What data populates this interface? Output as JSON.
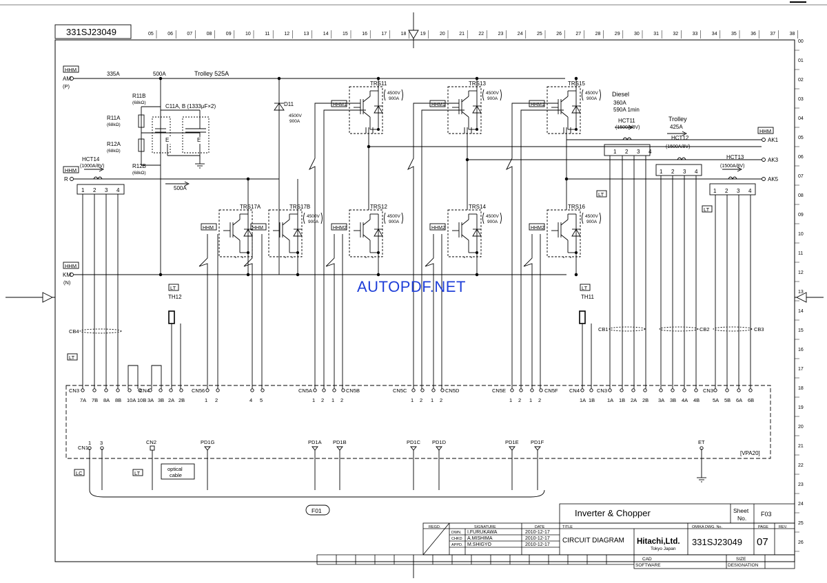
{
  "drawing_number": "331SJ23049",
  "watermark": "AUTOPDF.NET",
  "col_labels": [
    "05",
    "06",
    "07",
    "08",
    "09",
    "10",
    "11",
    "12",
    "13",
    "14",
    "15",
    "16",
    "17",
    "18",
    "19",
    "20",
    "21",
    "22",
    "23",
    "24",
    "25",
    "26",
    "27",
    "28",
    "29",
    "30",
    "31",
    "32",
    "33",
    "34",
    "35",
    "36",
    "37",
    "38"
  ],
  "row_labels": [
    "00",
    "01",
    "02",
    "03",
    "04",
    "05",
    "06",
    "07",
    "08",
    "09",
    "10",
    "11",
    "12",
    "13",
    "14",
    "15",
    "16",
    "17",
    "18",
    "19",
    "20",
    "21",
    "22",
    "23",
    "24",
    "25",
    "26"
  ],
  "terminals": {
    "hhm": "HHM",
    "am": "AM",
    "p": "(P)",
    "r": "R",
    "km": "KM",
    "n": "(N)",
    "ak1": "AK1",
    "ak3": "AK3",
    "ak5": "AK5"
  },
  "currents": {
    "c335": "335A",
    "c500": "500A",
    "trolley525": "Trolley 525A",
    "c500b": "500A",
    "diesel": "Diesel",
    "diesel360": "360A",
    "diesel590": "590A 1min",
    "trolley": "Trolley",
    "trolley425": "425A"
  },
  "components": {
    "r11b": "R11B",
    "r11b_val": "(68kΩ)",
    "r11a": "R11A",
    "r11a_val": "(68kΩ)",
    "r12a": "R12A",
    "r12a_val": "(68kΩ)",
    "r12b": "R12B",
    "r12b_val": "(68kΩ)",
    "c11": "C11A, B (1333μF×2)",
    "d11": "D11",
    "d11_rating": "4500V",
    "d11_rating2": "900A",
    "hct14": "HCT14",
    "hct14_val": "(1000A/8V)",
    "hct11": "HCT11",
    "hct11_val": "(1500A/8V)",
    "hct12": "HCT12",
    "hct12_val": "(1500A/8V)",
    "hct13": "HCT13",
    "hct13_val": "(1500A/8V)",
    "th12": "TH12",
    "th11": "TH11",
    "lt": "LT",
    "lc": "LC",
    "cb4": "CB4",
    "cb1": "CB1",
    "cb2": "CB2",
    "cb3": "CB3",
    "e": "E",
    "optical": "optical",
    "cable": "cable",
    "vpa": "[VPA20]",
    "f01": "F01"
  },
  "igbts": [
    {
      "label": "TRS11",
      "drive": "HHM1",
      "v": "4500V",
      "a": "900A"
    },
    {
      "label": "TRS13",
      "drive": "HHM1",
      "v": "4500V",
      "a": "900A"
    },
    {
      "label": "TRS15",
      "drive": "HHM1",
      "v": "4500V",
      "a": "900A"
    },
    {
      "label": "TRS17A",
      "drive": "HHM",
      "v": "",
      "a": ""
    },
    {
      "label": "TRS17B",
      "drive": "HHM",
      "v": "4500V",
      "a": "900A"
    },
    {
      "label": "TRS12",
      "drive": "HHM2",
      "v": "4500V",
      "a": "900A"
    },
    {
      "label": "TRS14",
      "drive": "HHM2",
      "v": "4500V",
      "a": "900A"
    },
    {
      "label": "TRS16",
      "drive": "HHM2",
      "v": "4500V",
      "a": "900A"
    }
  ],
  "connectors": {
    "cn3": "CN3",
    "cn4": "CN4",
    "cn56": "CN56",
    "cn5a": "CN5A",
    "cn5b": "CN5B",
    "cn5c": "CN5C",
    "cn5d": "CN5D",
    "cn5e": "CN5E",
    "cn5f": "CN5F",
    "cn4b": "CN4",
    "cn3b": "CN3",
    "cn3c": "CN3",
    "cn1": "CN1",
    "cn2": "CN2",
    "pd1g": "PD1G",
    "pd1a": "PD1A",
    "pd1b": "PD1B",
    "pd1c": "PD1C",
    "pd1d": "PD1D",
    "pd1e": "PD1E",
    "pd1f": "PD1F",
    "et": "ET"
  },
  "pins": {
    "cn3_left": [
      "7A",
      "7B",
      "8A",
      "8B"
    ],
    "cn4_left": [
      "10A",
      "10B",
      "3A",
      "3B",
      "2A",
      "2B"
    ],
    "cn56": [
      "1",
      "2"
    ],
    "cn56b": [
      "4",
      "5"
    ],
    "pair": [
      "1",
      "2"
    ],
    "cn4_right": [
      "1A",
      "1B"
    ],
    "cn3_mid": [
      "1A",
      "1B",
      "2A",
      "2B"
    ],
    "cn3_r2": [
      "3A",
      "3B",
      "4A",
      "4B"
    ],
    "cn3_r3": [
      "5A",
      "5B",
      "6A",
      "6B"
    ],
    "cn1": [
      "1",
      "3"
    ]
  },
  "title_block": {
    "title_main": "Inverter & Chopper",
    "sheet_label": "Sheet",
    "no_label": "No.",
    "sheet_no": "F03",
    "regd": "REGD.",
    "signature": "SIGNATURE",
    "date": "DATE",
    "title_label": "TITLE",
    "omika": "OMIKA DWG. No.",
    "page_label": "PAGE",
    "rev": "REV.",
    "dwn": "DWN.",
    "chkd": "CHKD",
    "appd": "APPD.",
    "dwn_name": "I.FURUKAWA",
    "chkd_name": "A.MISHIMA",
    "appd_name": "M.SHIGYO",
    "date1": "2010-12-17",
    "date2": "2010-12-17",
    "date3": "2010-12-17",
    "circuit": "CIRCUIT DIAGRAM",
    "company": "Hitachi,Ltd.",
    "city": "Tokyo Japan",
    "dwg": "331SJ23049",
    "page": "07",
    "cad": "CAD",
    "software": "SOFTWARE",
    "size": "SIZE",
    "designation": "DESIGNATION"
  }
}
